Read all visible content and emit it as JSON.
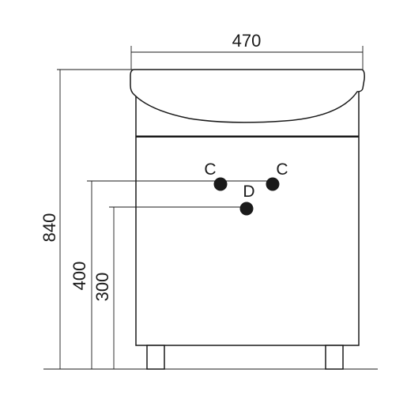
{
  "dimensions": {
    "width": "470",
    "total_height": "840",
    "cold_hot_height": "400",
    "drain_height": "300"
  },
  "connection_points": {
    "cold_left": "C",
    "cold_right": "C",
    "drain": "D"
  },
  "colors": {
    "line": "#1a1a1a",
    "background": "#ffffff"
  }
}
